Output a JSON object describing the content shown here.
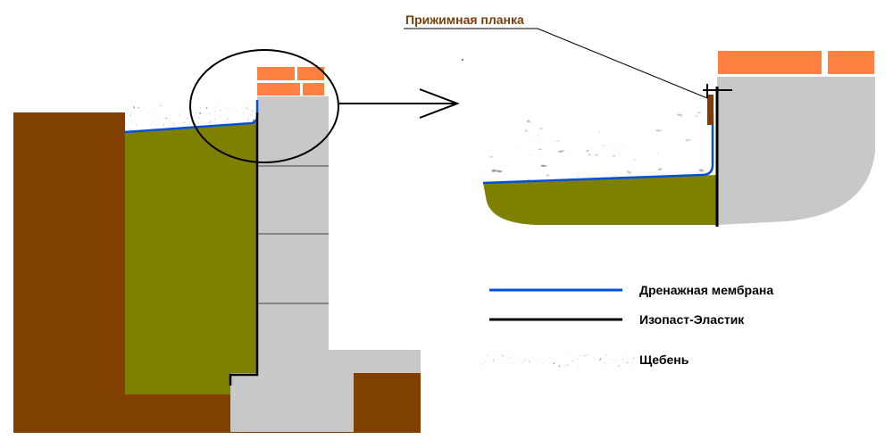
{
  "callout": {
    "label": "Прижимная планка",
    "label_color": "#7a3e0c"
  },
  "legend": {
    "items": [
      {
        "label": "Дренажная мембрана",
        "swatch": "blue-line"
      },
      {
        "label": "Изопаст-Эластик",
        "swatch": "black-line"
      },
      {
        "label": "Щебень",
        "swatch": "gravel-strip"
      }
    ]
  },
  "colors": {
    "soil": "#7f4000",
    "fill_olive": "#808000",
    "concrete": "#c8c8c8",
    "brick": "#ff8040",
    "membrane": "#0050e0",
    "waterproofing": "#000000"
  }
}
